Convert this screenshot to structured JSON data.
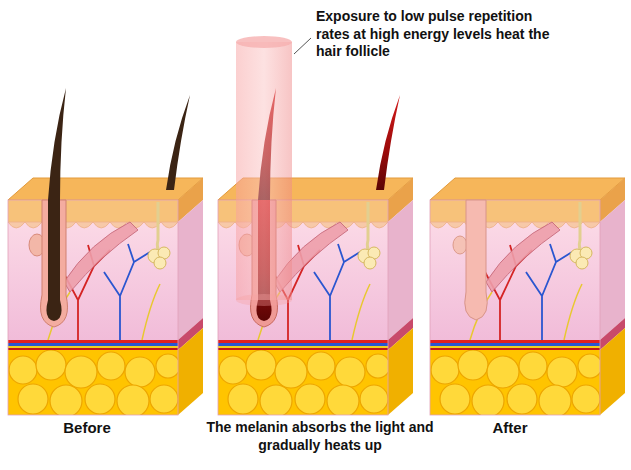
{
  "diagram": {
    "labels": [
      "Exposure to low pulse repetition rates at high energy levels heat the hair follicle",
      "Before",
      "The melanin absorbs the light and gradually heats up",
      "After"
    ]
  }
}
